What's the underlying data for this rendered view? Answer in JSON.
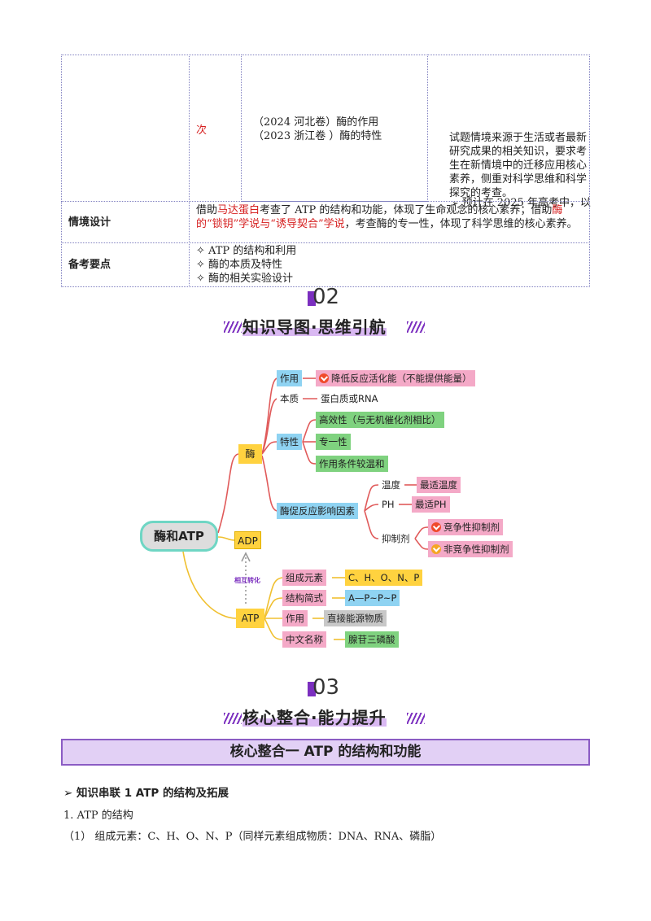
{
  "table": {
    "row1_col2": "次",
    "row1_col3_line1": "（2024 河北卷）酶的作用",
    "row1_col3_line2": "（2023 浙江卷 ）酶的特性",
    "row1_col4": "试题情境来源于生活或者最新研究成果的相关知识，要求考生在新情境中的迁移应用核心素养，侧重对科学思维和科学探究的考查。",
    "row1_col4_overflow": "预计在 2025 年高考中，以",
    "scenario_label": "情境设计",
    "scenario_p1": "借助",
    "scenario_p2": "马达蛋白",
    "scenario_p3": "考查了 ATP 的结构和功能，体现了生命观念的核心素养；借助",
    "scenario_p4": "酶的“锁钥”学说与“诱导契合”学说",
    "scenario_p5": "，考查酶的专一性，体现了科学思维的核心素养。",
    "prep_label": "备考要点",
    "prep_items": [
      "✧ ATP 的结构和利用",
      "✧ 酶的本质及特性",
      "✧ 酶的相关实验设计"
    ]
  },
  "section2": {
    "number": "02",
    "title": "知识导图·思维引航"
  },
  "mindmap": {
    "center": "酶和ATP",
    "enzyme": "酶",
    "adp": "ADP",
    "atp": "ATP",
    "convert": "相互转化",
    "e_role": "作用",
    "e_role_v": "降低反应活化能（不能提供能量）",
    "e_nature": "本质",
    "e_nature_v": "蛋白质或RNA",
    "e_prop": "特性",
    "e_prop_v1": "高效性（与无机催化剂相比）",
    "e_prop_v2": "专一性",
    "e_prop_v3": "作用条件较温和",
    "e_factor": "酶促反应影响因素",
    "f_temp": "温度",
    "f_temp_v": "最适温度",
    "f_ph": "PH",
    "f_ph_v": "最适PH",
    "f_inh": "抑制剂",
    "f_inh_v1": "竞争性抑制剂",
    "f_inh_v2": "非竞争性抑制剂",
    "a_elem": "组成元素",
    "a_elem_v": "C、H、O、N、P",
    "a_struct": "结构简式",
    "a_struct_v": "A—P~P~P",
    "a_role": "作用",
    "a_role_v": "直接能源物质",
    "a_name": "中文名称",
    "a_name_v": "腺苷三磷酸"
  },
  "section3": {
    "number": "03",
    "title": "核心整合·能力提升"
  },
  "core1": "核心整合一 ATP 的结构和功能",
  "knowledge": {
    "heading": "➢ 知识串联 1  ATP 的结构及拓展",
    "line1": "1.  ATP 的结构",
    "line2": "（1）    组成元素：C、H、O、N、P（同样元素组成物质：DNA、RNA、磷脂）"
  }
}
